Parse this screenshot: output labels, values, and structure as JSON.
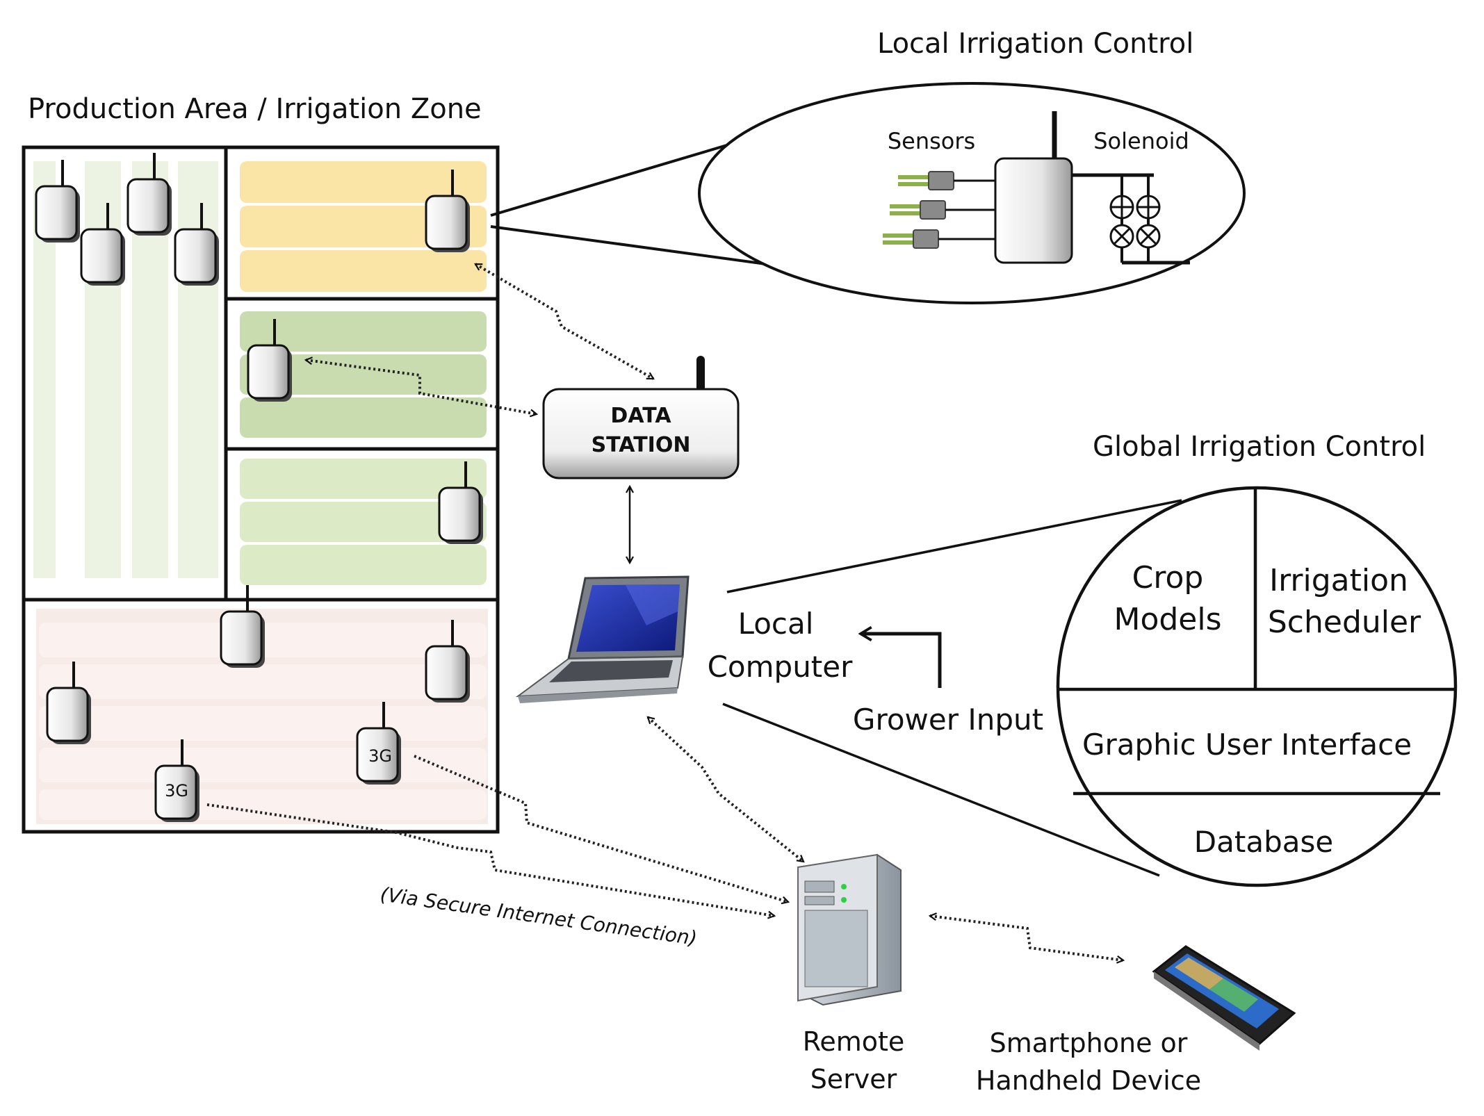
{
  "titles": {
    "production_area": "Production Area / Irrigation Zone",
    "local_irrigation": "Local Irrigation Control",
    "global_irrigation": "Global Irrigation Control"
  },
  "local_control": {
    "sensors": "Sensors",
    "solenoid": "Solenoid"
  },
  "data_station": {
    "line1": "DATA",
    "line2": "STATION"
  },
  "global_control": {
    "crop_line1": "Crop",
    "crop_line2": "Models",
    "sched_line1": "Irrigation",
    "sched_line2": "Scheduler",
    "gui": "Graphic User Interface",
    "database": "Database"
  },
  "local_computer": {
    "line1": "Local",
    "line2": "Computer"
  },
  "grower_input": "Grower Input",
  "secure_connection": "(Via Secure Internet Connection)",
  "remote_server": {
    "line1": "Remote",
    "line2": "Server"
  },
  "smartphone": {
    "line1": "Smartphone or",
    "line2": "Handheld Device"
  },
  "node_badge": "3G",
  "colors": {
    "zone_yellow": "#fbe5a6",
    "zone_green": "#c9dcb0",
    "zone_lightgreen": "#dcebc6",
    "zone_tallgreen": "#edf3e2",
    "zone_pink": "#f7ebe8"
  }
}
